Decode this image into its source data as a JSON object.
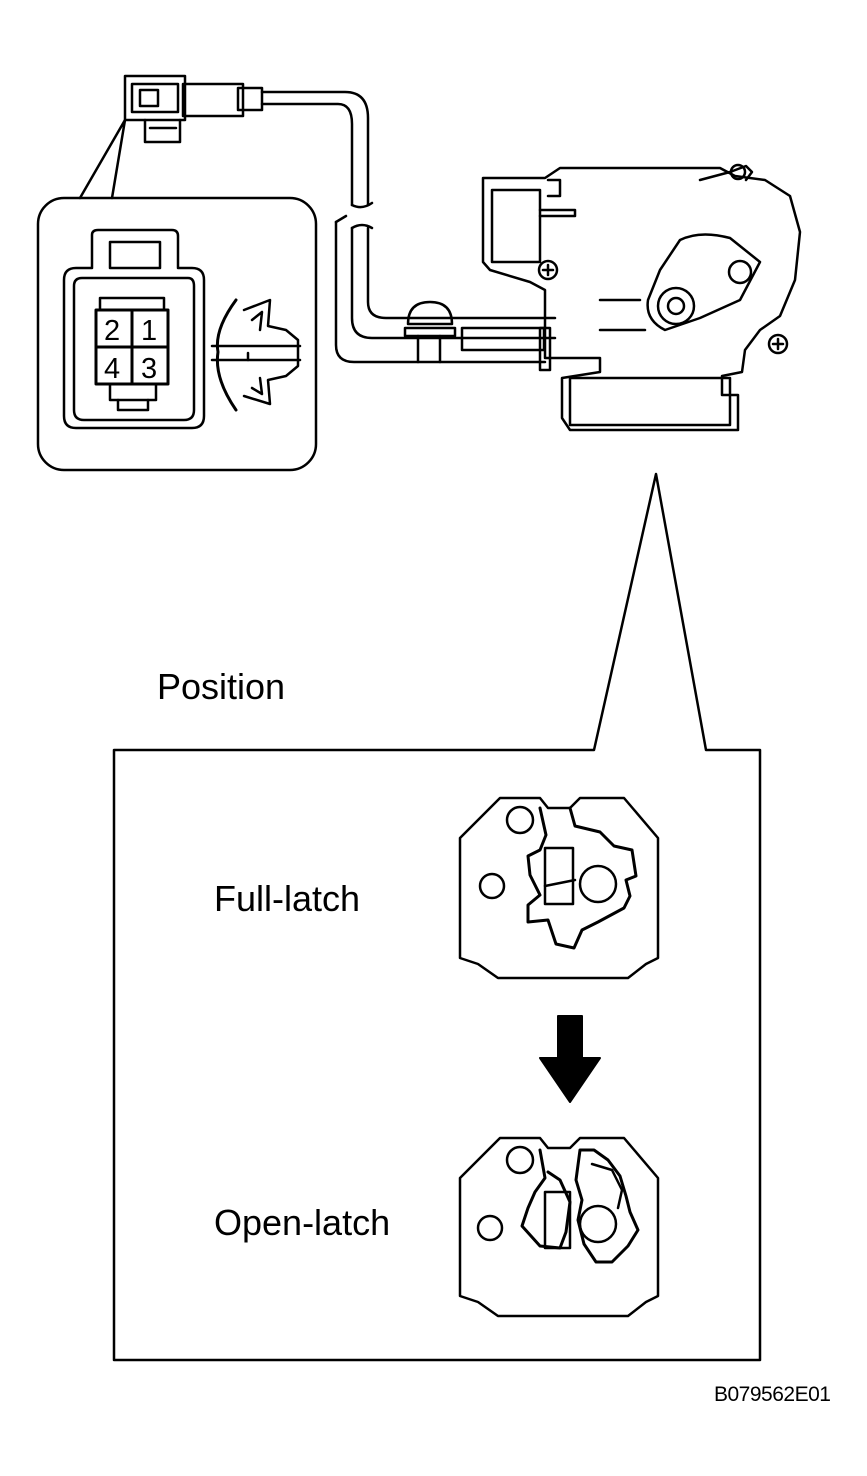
{
  "connector": {
    "pins": [
      "1",
      "2",
      "3",
      "4"
    ]
  },
  "labels": {
    "position": "Position",
    "full_latch": "Full-latch",
    "open_latch": "Open-latch"
  },
  "reference_code": "B079562E01",
  "icons": {
    "direction_arrow": "down-arrow-icon"
  }
}
